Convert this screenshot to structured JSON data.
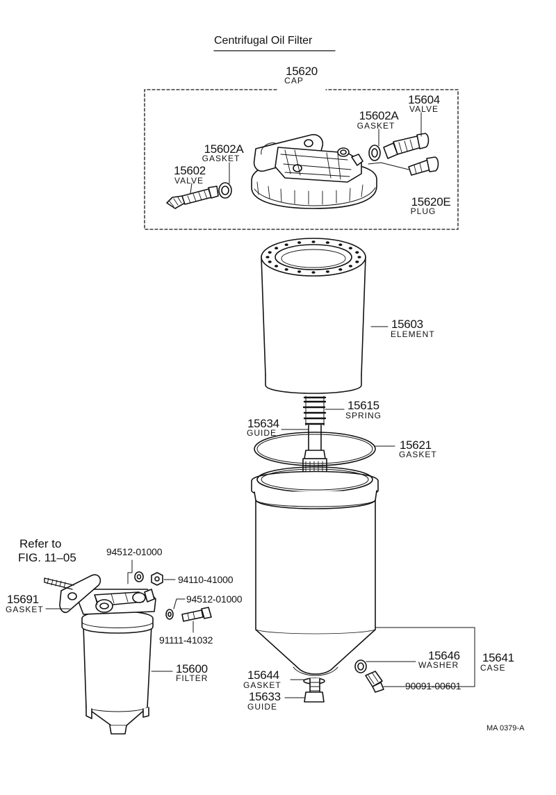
{
  "title": "Centrifugal Oil Filter",
  "reference": {
    "line1": "Refer to",
    "line2": "FIG. 11–05"
  },
  "drawing_code": "MA  0379-A",
  "parts": {
    "cap": {
      "number": "15620",
      "name": "CAP"
    },
    "valve_15604": {
      "number": "15604",
      "name": "VALVE"
    },
    "gasket_15602a_right": {
      "number": "15602A",
      "name": "GASKET"
    },
    "gasket_15602a_left": {
      "number": "15602A",
      "name": "GASKET"
    },
    "valve_15602": {
      "number": "15602",
      "name": "VALVE"
    },
    "plug": {
      "number": "15620E",
      "name": "PLUG"
    },
    "element": {
      "number": "15603",
      "name": "ELEMENT"
    },
    "spring": {
      "number": "15615",
      "name": "SPRING"
    },
    "guide_15634": {
      "number": "15634",
      "name": "GUIDE"
    },
    "gasket_15621": {
      "number": "15621",
      "name": "GASKET"
    },
    "washer_top": {
      "number": "94512-01000"
    },
    "nut": {
      "number": "94110-41000"
    },
    "washer_side": {
      "number": "94512-01000"
    },
    "bolt": {
      "number": "91111-41032"
    },
    "gasket_15691": {
      "number": "15691",
      "name": "GASKET"
    },
    "filter": {
      "number": "15600",
      "name": "FILTER"
    },
    "washer_15646": {
      "number": "15646",
      "name": "WASHER"
    },
    "case": {
      "number": "15641",
      "name": "CASE"
    },
    "gasket_15644": {
      "number": "15644",
      "name": "GASKET"
    },
    "drain_plug": {
      "number": "90091-00601"
    },
    "guide_15633": {
      "number": "15633",
      "name": "GUIDE"
    }
  }
}
